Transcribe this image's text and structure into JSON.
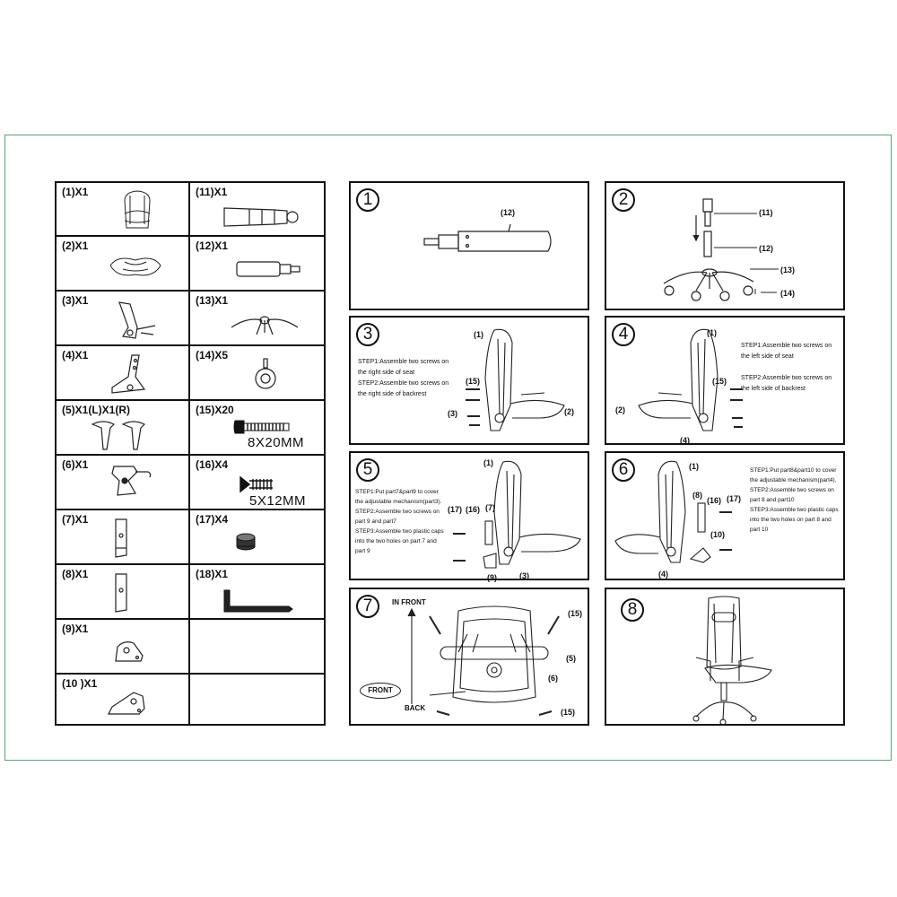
{
  "parts": [
    {
      "label": "(1)X1",
      "icon": "seat-backrest-icon"
    },
    {
      "label": "(11)X1",
      "icon": "gas-lift-cover-icon"
    },
    {
      "label": "(2)X1",
      "icon": "seat-cushion-icon"
    },
    {
      "label": "(12)X1",
      "icon": "gas-lift-icon"
    },
    {
      "label": "(3)X1",
      "icon": "recline-bracket-icon"
    },
    {
      "label": "(13)X1",
      "icon": "star-base-icon"
    },
    {
      "label": "(4)X1",
      "icon": "backrest-bracket-icon"
    },
    {
      "label": "(14)X5",
      "icon": "caster-wheel-icon"
    },
    {
      "label": "(5)X1(L)X1(R)",
      "icon": "armrest-pair-icon"
    },
    {
      "label": "(15)X20",
      "icon": "screw-icon",
      "dim": "8X20MM"
    },
    {
      "label": "(6)X1",
      "icon": "tilt-mechanism-icon"
    },
    {
      "label": "(16)X4",
      "icon": "small-screw-icon",
      "dim": "5X12MM"
    },
    {
      "label": "(7)X1",
      "icon": "cover-plate-7-icon"
    },
    {
      "label": "(17)X4",
      "icon": "plastic-cap-icon"
    },
    {
      "label": "(8)X1",
      "icon": "cover-plate-8-icon"
    },
    {
      "label": "(18)X1",
      "icon": "allen-key-icon"
    },
    {
      "label": "(9)X1",
      "icon": "side-cover-9-icon"
    },
    {
      "label": "",
      "icon": ""
    },
    {
      "label": "(10 )X1",
      "icon": "side-cover-10-icon"
    },
    {
      "label": "",
      "icon": ""
    }
  ],
  "steps": {
    "s1": {
      "num": "1",
      "callouts": [
        "(12)"
      ]
    },
    "s2": {
      "num": "2",
      "callouts": [
        "(11)",
        "(12)",
        "(13)",
        "(14)"
      ]
    },
    "s3": {
      "num": "3",
      "callouts": [
        "(1)",
        "(15)",
        "(3)",
        "(2)"
      ],
      "instructions": [
        "STEP1:Assemble two screws on",
        "the right side of seat",
        "",
        "STEP2:Assemble two screws on",
        "the right side of backrest"
      ]
    },
    "s4": {
      "num": "4",
      "callouts": [
        "(1)",
        "(15)",
        "(2)",
        "(4)"
      ],
      "instructions": [
        "STEP1:Assemble two screws on",
        "the left  side of seat",
        "",
        "STEP2:Assemble two screws on",
        "the left side of backrest"
      ]
    },
    "s5": {
      "num": "5",
      "callouts": [
        "(1)",
        "(17)",
        "(16)",
        "(7)",
        "(9)",
        "(3)"
      ],
      "instructions": [
        "STEP1:Put part7&part9 to cover",
        "the adjustable mechanism(part3).",
        "STEP2:Assemble two screws on",
        "part 9 and part7",
        "STEP3:Assemble two plastic caps",
        "into the two holes on part 7 and",
        "part 9"
      ]
    },
    "s6": {
      "num": "6",
      "callouts": [
        "(1)",
        "(8)",
        "(16)",
        "(17)",
        "(10)",
        "(4)"
      ],
      "instructions": [
        "STEP1:Put part8&part10 to cover",
        "the adjustable mechanism(part4).",
        "STEP2:Assemble two screws on",
        "part 8 and part10",
        "STEP3:Assemble two plastic caps",
        "into the two holes on part 8 and",
        "part 10"
      ]
    },
    "s7": {
      "num": "7",
      "in_front": "IN FRONT",
      "front": "FRONT",
      "back": "BACK",
      "callouts": [
        "(15)",
        "(5)",
        "(6)",
        "(15)"
      ]
    },
    "s8": {
      "num": "8"
    }
  }
}
